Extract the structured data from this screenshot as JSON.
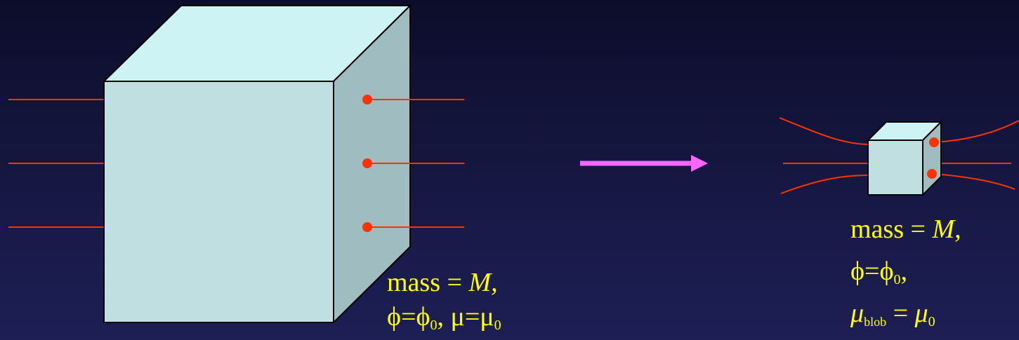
{
  "colors": {
    "cube_front": "#bfdfe0",
    "cube_top": "#cdf3f5",
    "cube_side": "#9fbcc0",
    "edge": "#000000",
    "field_line": "#ff3300",
    "dot": "#ff3300",
    "arrow": "#ff66ff",
    "text": "#ffff00"
  },
  "large_cube": {
    "mass_prefix": "mass = ",
    "mass_symbol": "M,",
    "phi": "ϕ",
    "eq": "=",
    "phi0_base": "ϕ",
    "phi0_sub": "0",
    "sep": ", ",
    "mu": "μ",
    "mu0_base": "μ",
    "mu0_sub": "0"
  },
  "small_cube": {
    "mass_prefix": "mass = ",
    "mass_symbol": "M,",
    "phi": "ϕ",
    "eq": "=",
    "phi0_base": "ϕ",
    "phi0_sub": "0",
    "phi_tail": ",",
    "mu_blob_base": "μ",
    "mu_blob_sub": "blob",
    "mu_eq": " = ",
    "mu0_base": "μ",
    "mu0_sub": "0"
  }
}
